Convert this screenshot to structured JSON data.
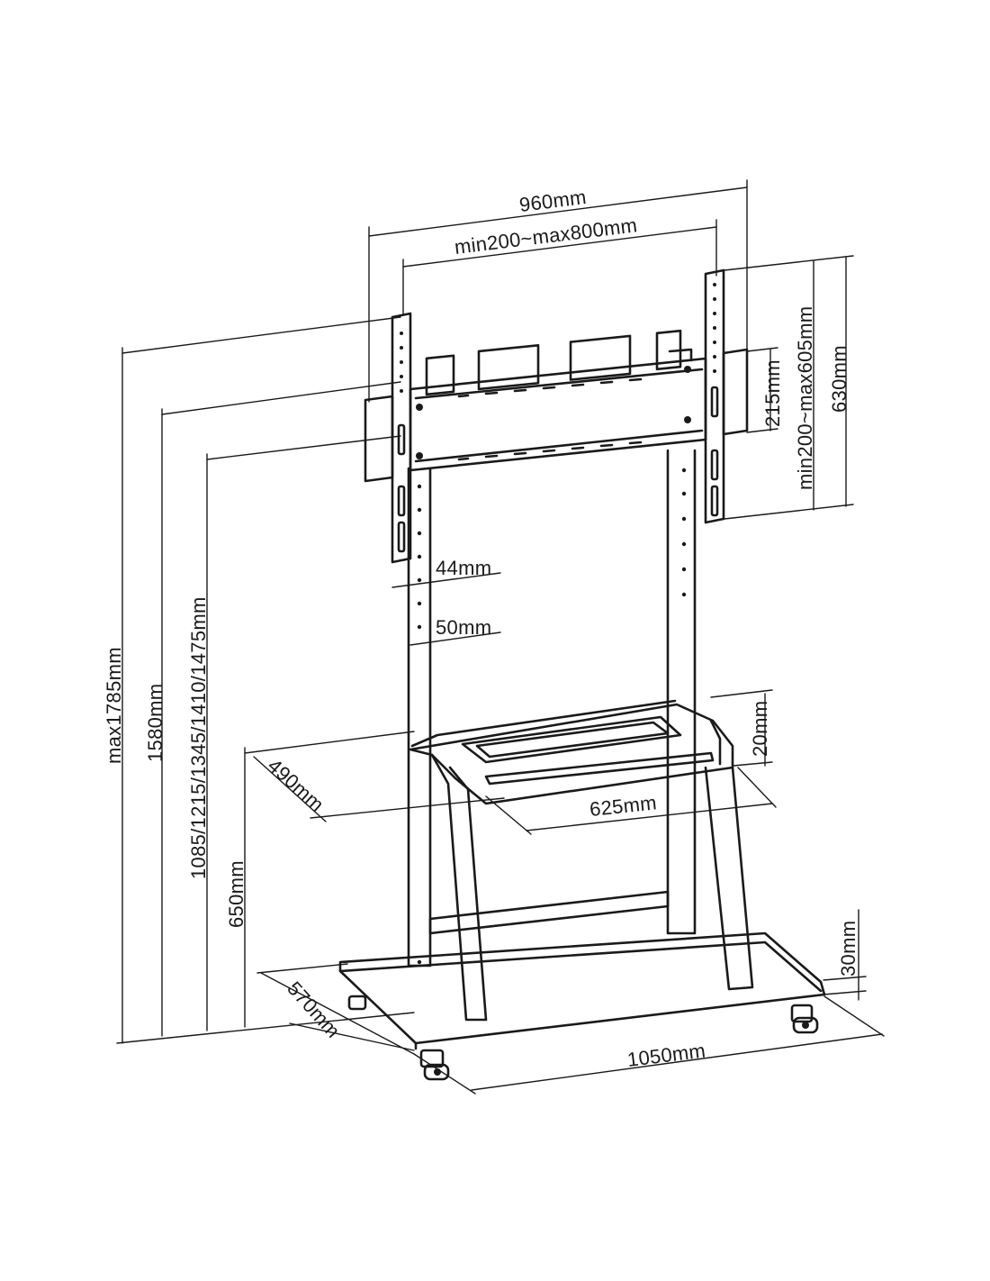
{
  "colors": {
    "line": "#1a1a1a",
    "background": "#ffffff"
  },
  "dimensions": {
    "overall_width": "960mm",
    "vesa_width": "min200~max800mm",
    "bracket_height": "215mm",
    "vesa_height": "min200~max605mm",
    "plate_height": "630mm",
    "max_height": "max1785mm",
    "height_1580": "1580mm",
    "height_options": "1085/1215/1345/1410/1475mm",
    "hole_spacing_44": "44mm",
    "hole_spacing_50": "50mm",
    "shelf_thickness": "20mm",
    "shelf_depth": "490mm",
    "shelf_width": "625mm",
    "shelf_height": "650mm",
    "base_thickness": "30mm",
    "base_depth": "570mm",
    "base_width": "1050mm"
  }
}
